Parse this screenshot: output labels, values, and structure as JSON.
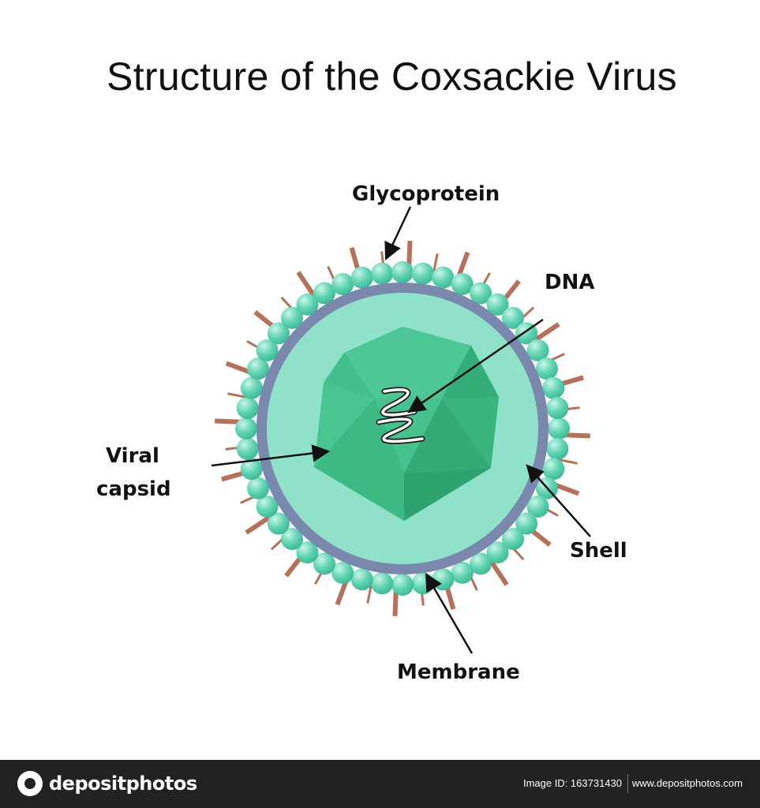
{
  "title": "Structure of the Coxsackie Virus",
  "labels": {
    "glycoprotein": "Glycoprotein",
    "dna": "DNA",
    "viral_capsid_line1": "Viral",
    "viral_capsid_line2": "capsid",
    "shell": "Shell",
    "membrane": "Membrane"
  },
  "footer": {
    "logo_text": "depositphotos",
    "image_id": "Image ID: 163731430",
    "site_url": "www.depositphotos.com"
  },
  "colors": {
    "background": "#ffffff",
    "spike": "#b5715b",
    "bead": "#5fd3b2",
    "bead_highlight": "#c8f5e6",
    "shell_ring": "#7b88ae",
    "inner_fill": "#8fe2c9",
    "capsid_light": "#4cc795",
    "capsid_mid": "#3dba84",
    "capsid_dark": "#2ea36f",
    "dna_strand": "#ffffff",
    "footer_bg": "#222222"
  },
  "icons": [
    "depositphotos-logo-icon"
  ]
}
